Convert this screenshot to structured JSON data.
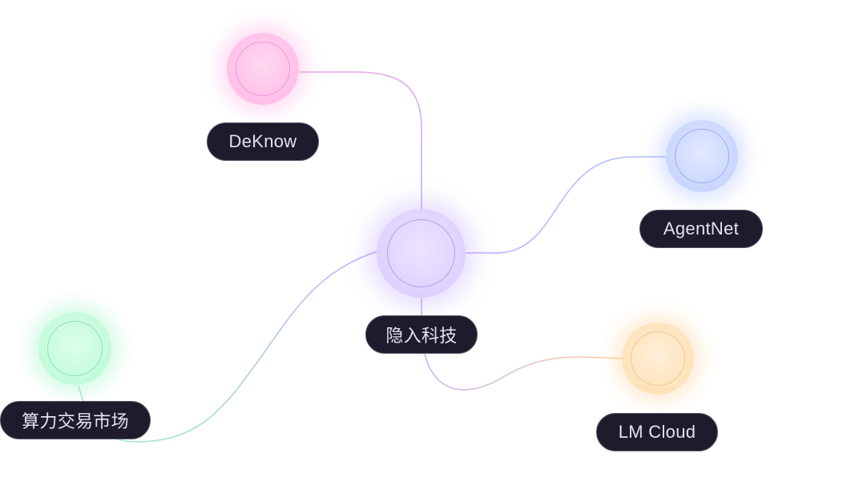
{
  "nodes": {
    "center": {
      "label": "隐入科技",
      "color": "#c9b6ff"
    },
    "deknow": {
      "label": "DeKnow",
      "color": "#ffb4e3"
    },
    "agentnet": {
      "label": "AgentNet",
      "color": "#bfcdff"
    },
    "market": {
      "label": "算力交易市场",
      "color": "#b6f8d4"
    },
    "lmcloud": {
      "label": "LM Cloud",
      "color": "#ffdcad"
    }
  },
  "label_style": {
    "background": "#1e1b2c",
    "text": "#e4e2ee",
    "border": "#5a576a"
  },
  "links": [
    {
      "from": "center",
      "to": "deknow",
      "color_from": "#c9b6ff",
      "color_to": "#f2b2e6"
    },
    {
      "from": "center",
      "to": "agentnet",
      "color_from": "#c9b6ff",
      "color_to": "#b9c9ff"
    },
    {
      "from": "center",
      "to": "market",
      "color_from": "#c9b6ff",
      "color_to": "#a8f0cc"
    },
    {
      "from": "center",
      "to": "lmcloud",
      "color_from": "#c9b6ff",
      "color_to": "#fcd6a8"
    }
  ]
}
